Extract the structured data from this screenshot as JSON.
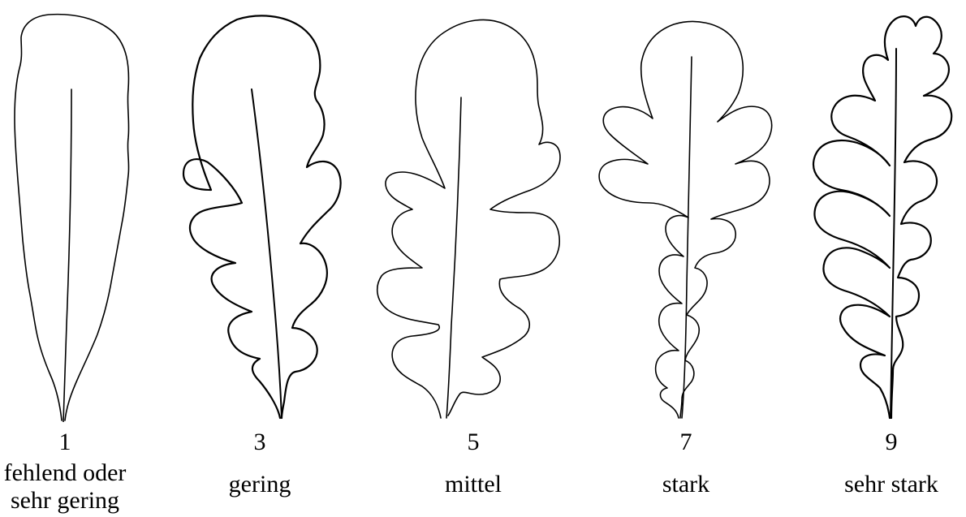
{
  "stages": [
    {
      "number": "1",
      "label_lines": [
        "fehlend oder",
        "sehr gering"
      ],
      "leaf_icon": "entire-leaf-icon"
    },
    {
      "number": "3",
      "label_lines": [
        "gering"
      ],
      "leaf_icon": "slightly-lobed-leaf-icon"
    },
    {
      "number": "5",
      "label_lines": [
        "mittel"
      ],
      "leaf_icon": "moderately-lobed-leaf-icon"
    },
    {
      "number": "7",
      "label_lines": [
        "stark"
      ],
      "leaf_icon": "strongly-lobed-leaf-icon"
    },
    {
      "number": "9",
      "label_lines": [
        "sehr stark"
      ],
      "leaf_icon": "very-strongly-lobed-leaf-icon"
    }
  ]
}
